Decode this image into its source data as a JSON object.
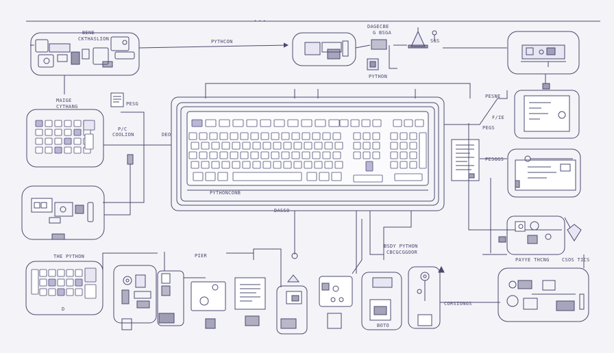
{
  "labels": {
    "top_marker": "• • •",
    "top_left_box_title": "BENE",
    "top_left_box_sub": "CKTHASLION",
    "top_link_label": "PYTHCON",
    "top_center_label_1": "DAGECBE",
    "top_center_label_2": "G BSGA",
    "top_center_label_3": "SGS",
    "python_label": "PYTHON",
    "left_panel_label_1": "MAIGE",
    "left_panel_label_2": "CYTHANG",
    "pesg_label": "PESG",
    "mid_left_label_1": "P/C",
    "mid_left_label_2": "COOLION",
    "mid_left_label_3": "DEO",
    "keyboard_label": "PYTHONCONB",
    "right_label_1": "PESNE",
    "right_label_2": "F/IE",
    "right_label_3": "PEGS",
    "right_label_4": "PESGGS",
    "dasso_label": "DASSO",
    "bottom_left_title": "THE PYTHON",
    "bottom_left_small": "D",
    "pier_label": "PIER",
    "bottom_center_label_1": "BSDY PYTHON",
    "bottom_center_label_2": "CBCGCGGOOR",
    "bottom_right_label_1": "PAYYE THCNG",
    "bottom_right_label_2": "CSOS TICS",
    "bottom_right_label_3": "CORSIONGS",
    "boto_label": "BOTO"
  },
  "icons": [
    "keyboard-icon",
    "monitor-icon",
    "document-icon",
    "terminal-icon",
    "lamp-icon",
    "gear-icon",
    "lock-icon",
    "circuit-board-icon",
    "chart-icon",
    "house-icon",
    "robot-icon",
    "node-icon"
  ],
  "colors": {
    "background": "#f4f3f7",
    "line": "#4a4870",
    "accent": "#7a74b8",
    "fill_light": "#e7e6f2"
  }
}
